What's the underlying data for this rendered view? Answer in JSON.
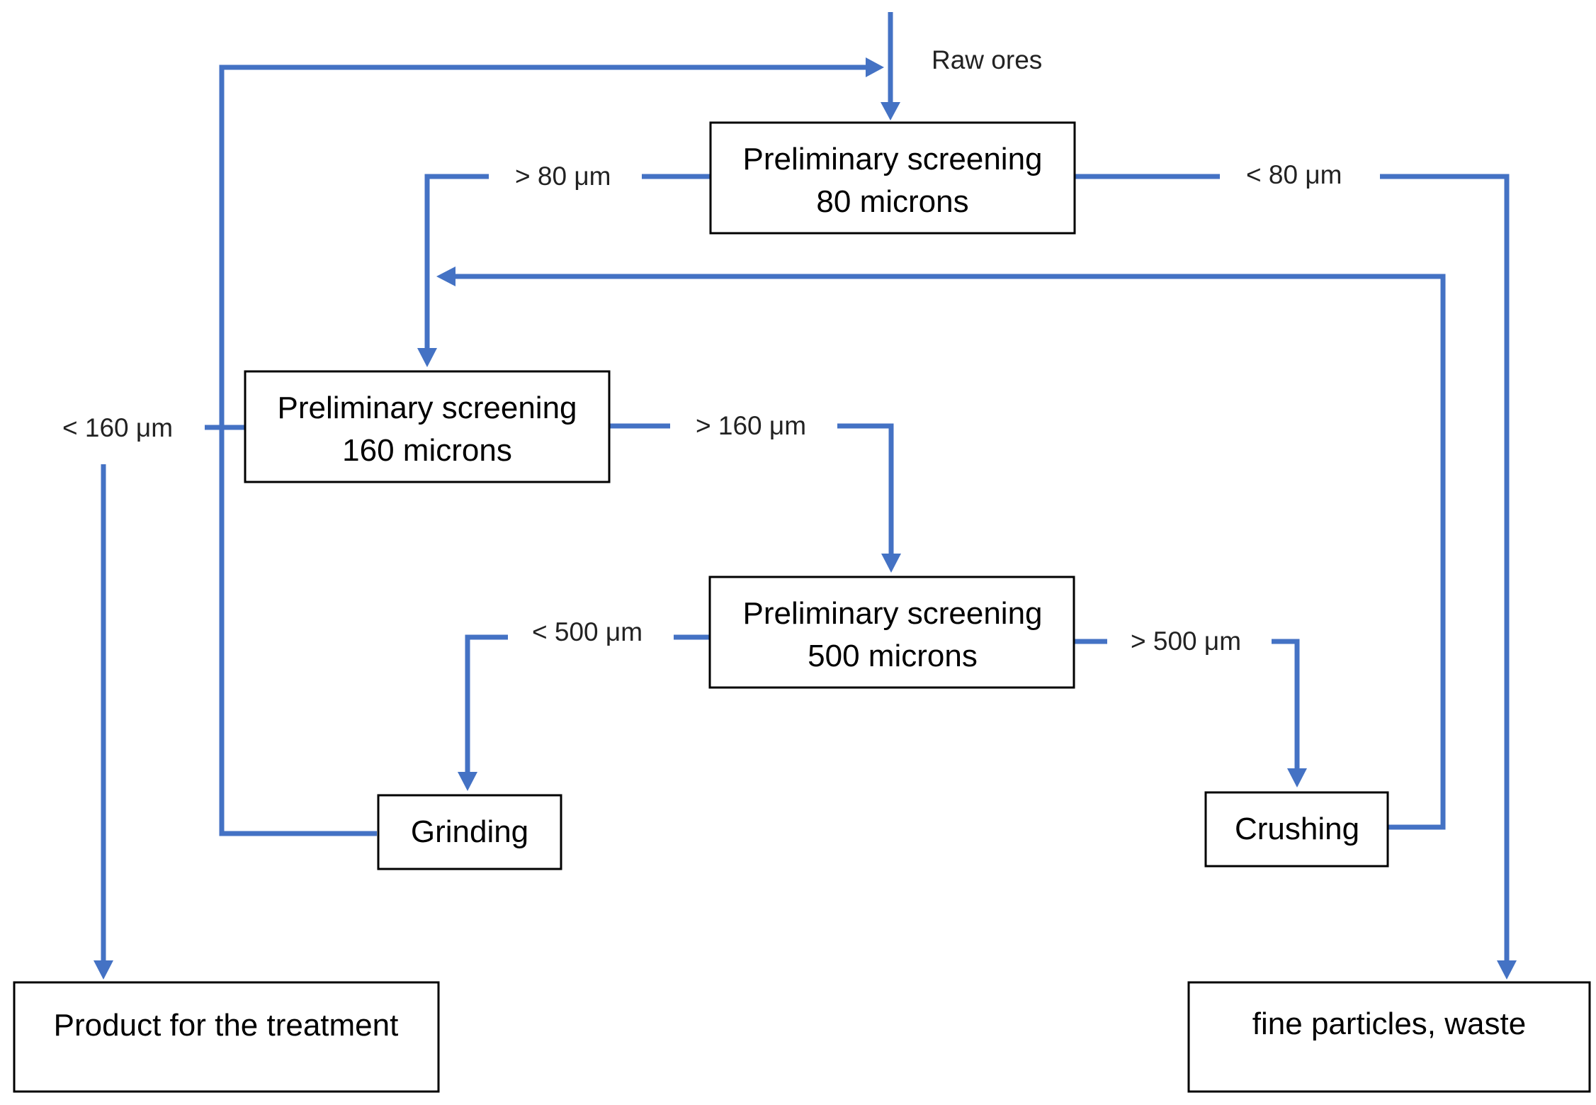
{
  "diagram": {
    "colors": {
      "connector": "#4472C4",
      "box_border": "#000000"
    },
    "input_label": "Raw ores",
    "boxes": {
      "screen80": {
        "line1": "Preliminary screening",
        "line2": "80 microns"
      },
      "screen160": {
        "line1": "Preliminary screening",
        "line2": "160 microns"
      },
      "screen500": {
        "line1": "Preliminary screening",
        "line2": "500 microns"
      },
      "grinding": {
        "label": "Grinding"
      },
      "crushing": {
        "label": "Crushing"
      },
      "product": {
        "label": "Product for the treatment"
      },
      "waste": {
        "label": "fine particles, waste"
      }
    },
    "flow_labels": {
      "gt80": "> 80 μm",
      "lt80": "< 80 μm",
      "lt160": "< 160 μm",
      "gt160": "> 160 μm",
      "lt500": "< 500 μm",
      "gt500": "> 500 μm"
    }
  }
}
